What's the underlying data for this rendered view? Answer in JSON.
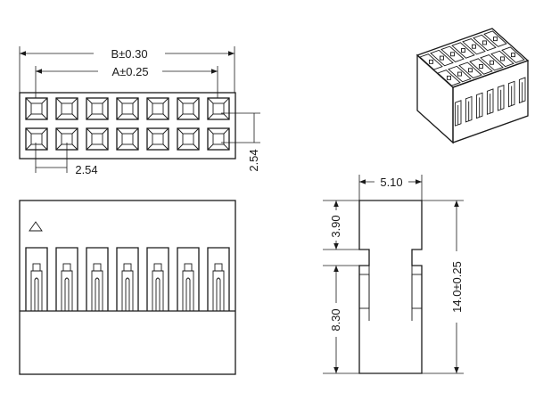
{
  "dimensions": {
    "top_b": "B±0.30",
    "top_a": "A±0.25",
    "pitch": "2.54",
    "row_pitch": "2.54",
    "side_width": "5.10",
    "side_upper": "3.90",
    "side_lower": "8.30",
    "side_height": "14.0±0.25"
  },
  "connector": {
    "pins_per_row": 7,
    "rows": 2
  }
}
